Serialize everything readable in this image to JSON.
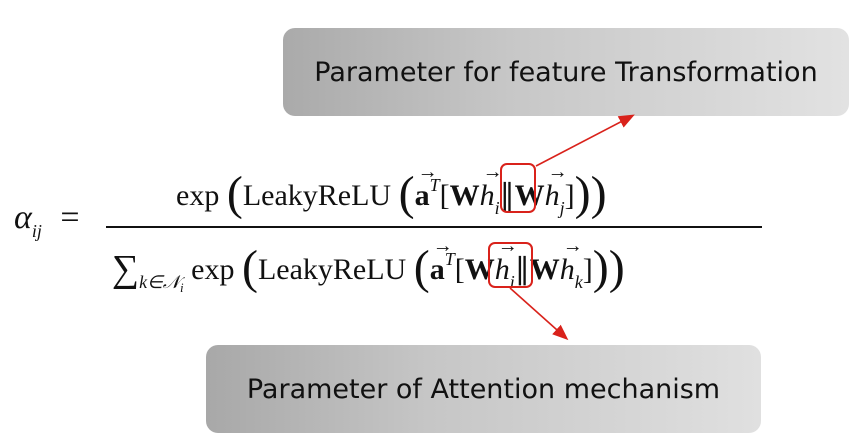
{
  "callouts": {
    "top": "Parameter for feature Transformation",
    "bottom": "Parameter of Attention mechanism"
  },
  "formula": {
    "alpha": "α",
    "alpha_sub": "ij",
    "equals": "=",
    "exp": "exp",
    "leaky": "LeakyReLU",
    "a_vec": "a",
    "transpose": "T",
    "W": "W",
    "h": "h",
    "sub_i": "i",
    "sub_j": "j",
    "sub_k": "k",
    "concat": "∥",
    "sum": "∑",
    "sum_sub": "k∈𝒩",
    "sum_sub_i": "i",
    "lparen": "(",
    "rparen": ")",
    "lbracket": "[",
    "rbracket": "]"
  },
  "colors": {
    "highlight": "#d9221b",
    "text": "#111111"
  }
}
